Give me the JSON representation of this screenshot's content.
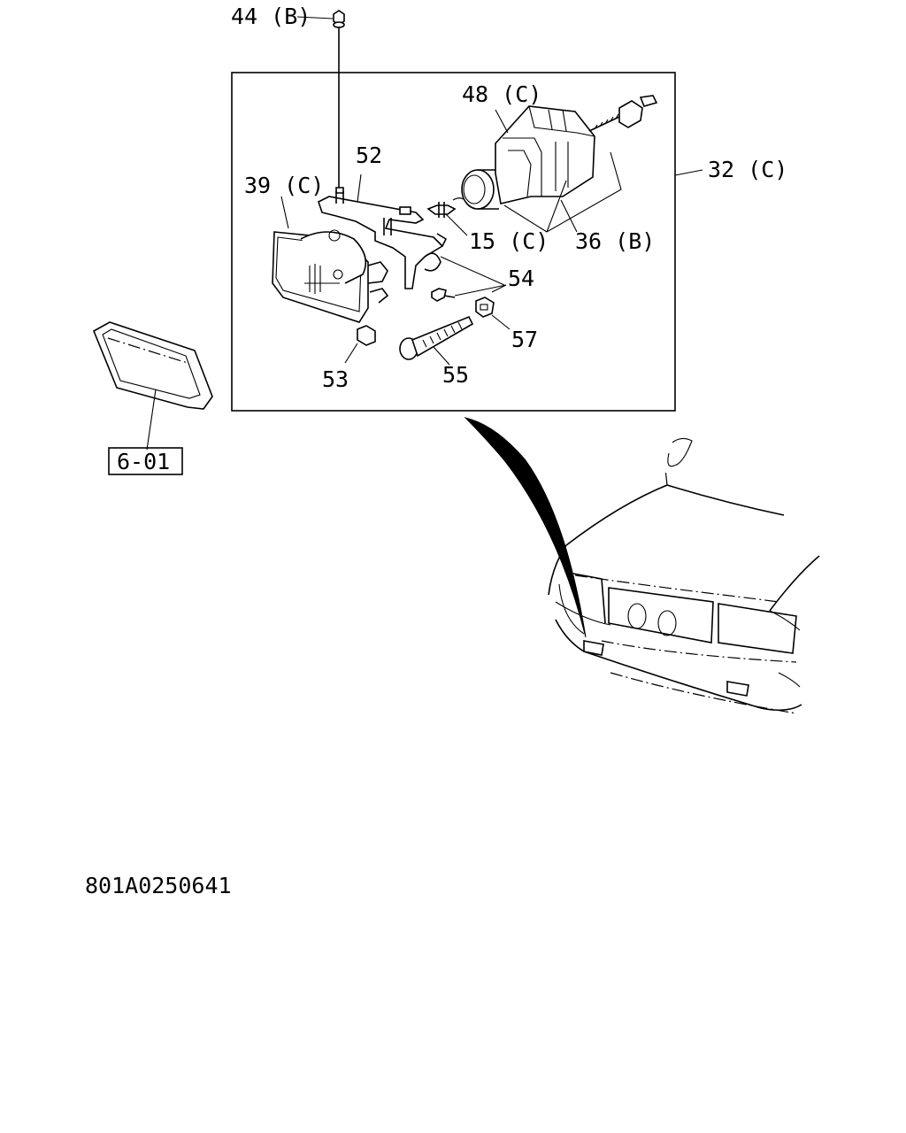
{
  "callouts": {
    "c44": "44 (B)",
    "c48": "48 (C)",
    "c52": "52",
    "c39": "39 (C)",
    "c32": "32 (C)",
    "c15": "15 (C)",
    "c36": "36 (B)",
    "c54": "54",
    "c57": "57",
    "c53": "53",
    "c55": "55",
    "ref": "6-01"
  },
  "doc_id": "801A0250641"
}
